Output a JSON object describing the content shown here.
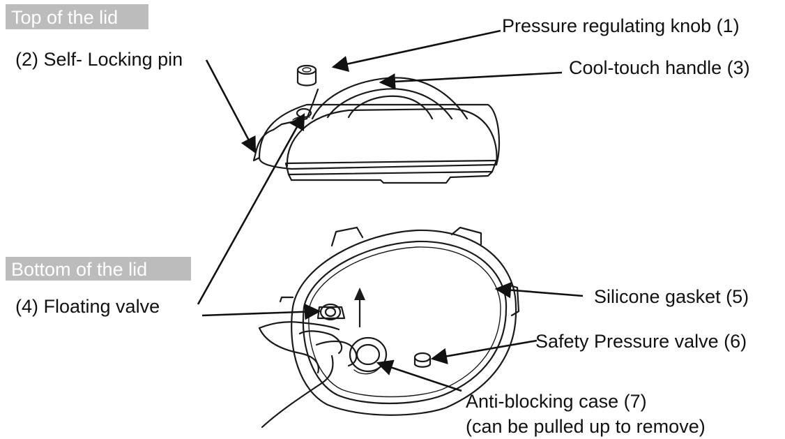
{
  "sections": {
    "top": "Top of the lid",
    "bottom": "Bottom of the lid"
  },
  "labels": {
    "pressure_knob": "Pressure regulating knob (1)",
    "locking_pin": "(2) Self- Locking pin",
    "handle": "Cool-touch handle (3)",
    "floating_valve": "(4) Floating valve",
    "gasket": "Silicone gasket (5)",
    "safety_valve": "Safety Pressure valve (6)",
    "anti_block_line1": "Anti-blocking case  (7)",
    "anti_block_line2": "(can be pulled up to remove)"
  },
  "colors": {
    "badge": "#bcbcbc",
    "ink": "#111111"
  }
}
